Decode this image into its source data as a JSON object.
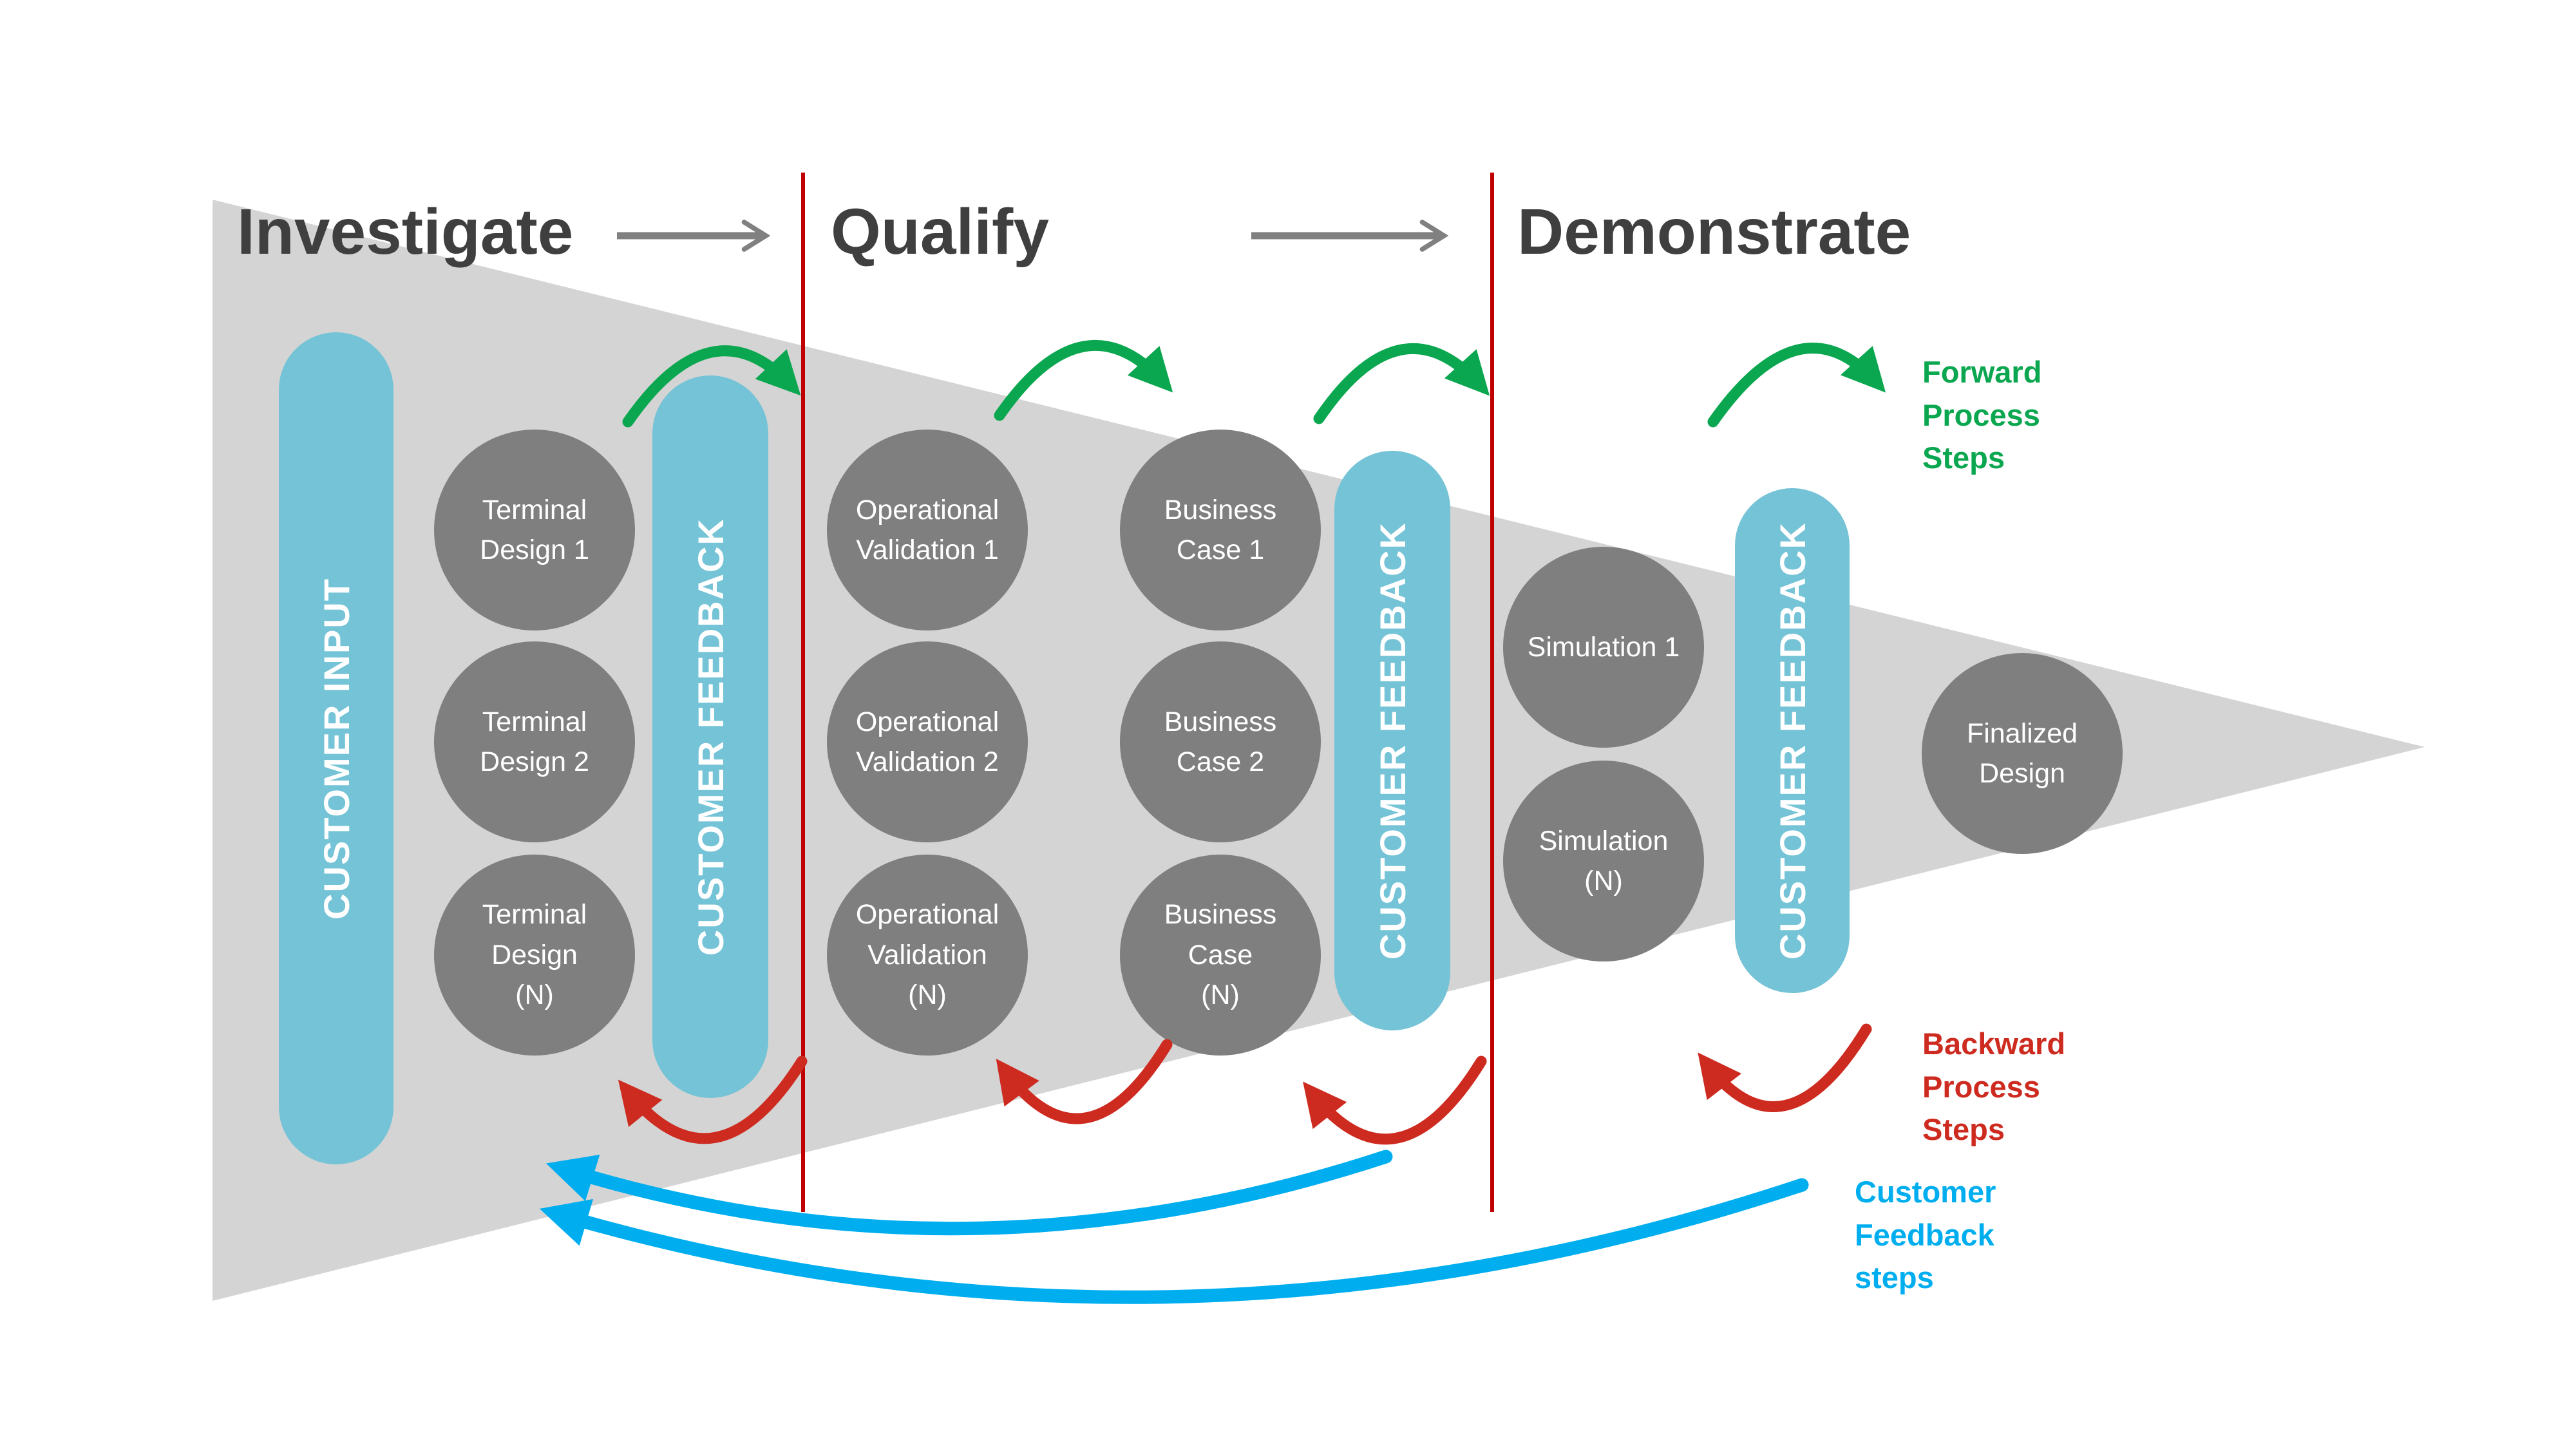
{
  "colors": {
    "teal": "#74c3d6",
    "node_gray": "#7f7f7f",
    "funnel": "#d4d4d4",
    "title": "#3f3f3f",
    "arrow_gray": "#808080",
    "green": "#0ba750",
    "red": "#ce2b20",
    "line_red": "#c00000",
    "blue": "#00aeef"
  },
  "phases": [
    {
      "label": "Investigate"
    },
    {
      "label": "Qualify"
    },
    {
      "label": "Demonstrate"
    }
  ],
  "pills": {
    "customer_input": "CUSTOMER INPUT",
    "customer_feedback": "CUSTOMER FEEDBACK"
  },
  "nodes": {
    "td1": "Terminal\nDesign 1",
    "td2": "Terminal\nDesign 2",
    "tdn": "Terminal\nDesign\n(N)",
    "ov1": "Operational\nValidation 1",
    "ov2": "Operational\nValidation 2",
    "ovn": "Operational\nValidation\n(N)",
    "bc1": "Business\nCase 1",
    "bc2": "Business\nCase 2",
    "bcn": "Business\nCase\n(N)",
    "sim1": "Simulation 1",
    "simn": "Simulation\n(N)",
    "finalized": "Finalized\nDesign"
  },
  "legend": {
    "forward": "Forward\nProcess\nSteps",
    "backward": "Backward\nProcess\nSteps",
    "feedback": "Customer\nFeedback\nsteps"
  }
}
